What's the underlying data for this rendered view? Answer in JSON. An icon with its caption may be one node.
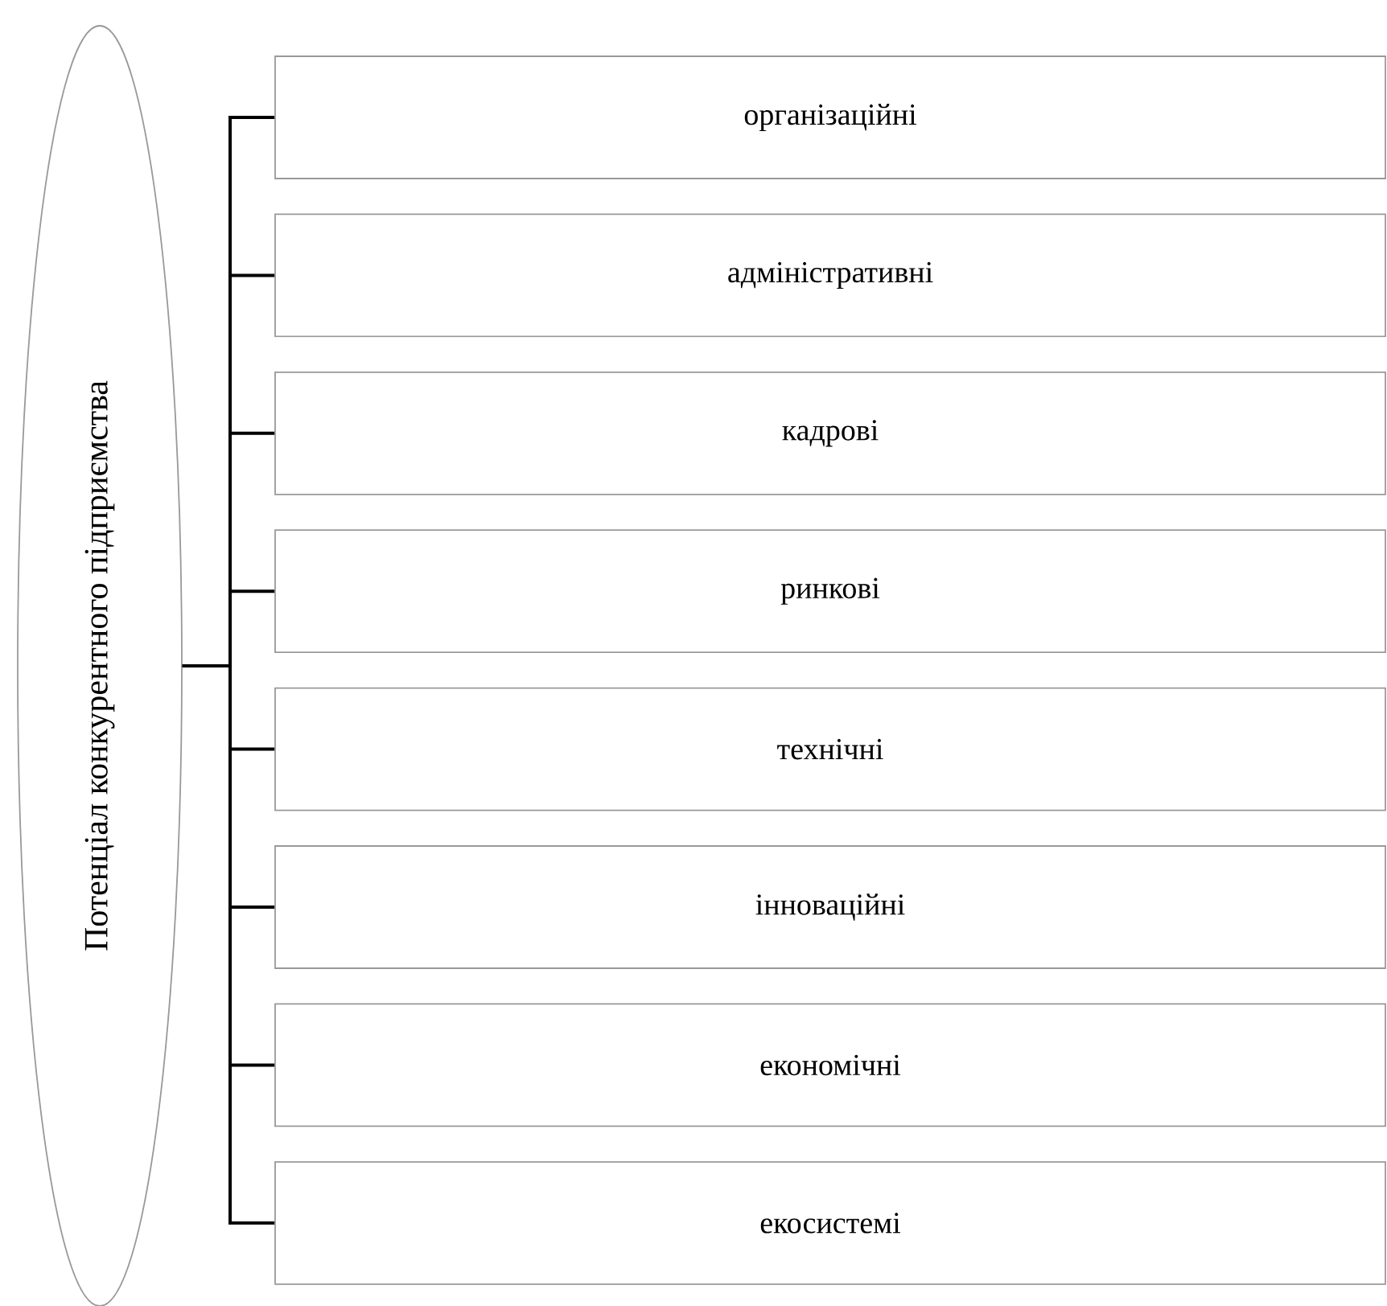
{
  "diagram": {
    "nodes": [
      {
        "text": [
          "Потенціал конкурентного підприємства"
        ]
      },
      {
        "text": [
          "організаційні"
        ]
      },
      {
        "text": [
          "адміністративні"
        ]
      },
      {
        "text": [
          "кадрові"
        ]
      },
      {
        "text": [
          "ринкові"
        ]
      },
      {
        "text": [
          "технічні"
        ]
      },
      {
        "text": [
          "інноваційні"
        ]
      },
      {
        "text": [
          "економічні"
        ]
      },
      {
        "text": [
          "екосистемі"
        ]
      }
    ],
    "edges": [
      {
        "from": 0,
        "to": 1,
        "arrow": "none"
      },
      {
        "from": 0,
        "to": 2,
        "arrow": "none"
      },
      {
        "from": 0,
        "to": 3,
        "arrow": "none"
      },
      {
        "from": 0,
        "to": 4,
        "arrow": "none"
      },
      {
        "from": 0,
        "to": 5,
        "arrow": "none"
      },
      {
        "from": 0,
        "to": 6,
        "arrow": "none"
      },
      {
        "from": 0,
        "to": 7,
        "arrow": "none"
      },
      {
        "from": 0,
        "to": 8,
        "arrow": "none"
      }
    ]
  }
}
